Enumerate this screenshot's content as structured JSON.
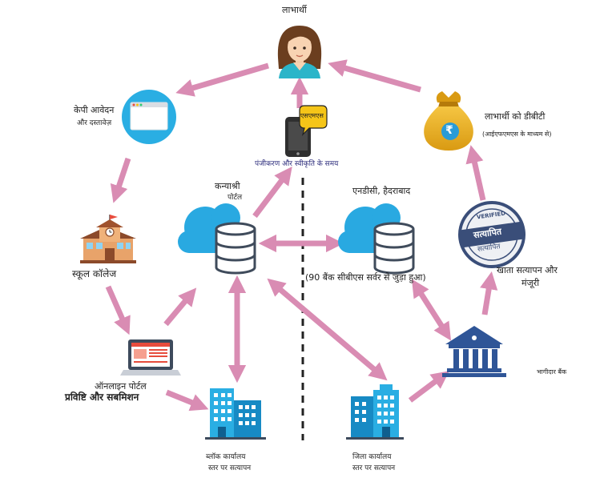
{
  "colors": {
    "arrow": "#d98cb3",
    "cloud": "#29a9e1",
    "db_fill": "#ffffff",
    "db_stroke": "#3f4b5b",
    "divider": "#222222"
  },
  "nodes": {
    "beneficiary": {
      "label": "लाभार्थी",
      "icon": "woman-avatar-icon"
    },
    "kp_application": {
      "label": "केपी आवेदन",
      "sublabel": "और दस्तावेज़",
      "icon": "browser-window-icon"
    },
    "school_college": {
      "label": "स्कूल कॉलेज",
      "icon": "school-building-icon"
    },
    "online_portal": {
      "label": "ऑनलाइन पोर्टल",
      "sublabel": "प्रविष्टि और सबमिशन",
      "icon": "laptop-icon"
    },
    "block_office": {
      "label": "ब्लॉक कार्यालय",
      "sublabel": "स्तर पर सत्यापन",
      "icon": "office-building-icon"
    },
    "district_office": {
      "label": "जिला कार्यालय",
      "sublabel": "स्तर पर सत्यापन",
      "icon": "office-building-icon"
    },
    "kanyashree_portal": {
      "label": "कन्याश्री",
      "sublabel": "पोर्टल",
      "icon": "cloud-database-icon"
    },
    "sms_notification": {
      "bubble": "एसएमएस",
      "label": "पंजीकरण और स्वीकृति के समय",
      "icon": "phone-sms-icon"
    },
    "ndc_hyderabad": {
      "label": "एनडीसी, हैदराबाद",
      "sublabel": "(90 बैंक सीबीएस सर्वर से जुड़ा हुआ)",
      "icon": "cloud-database-icon"
    },
    "account_verification": {
      "label": "खाता सत्यापन और",
      "sublabel": "मंजूरी",
      "stamp_top": "VERIFIED",
      "stamp_text": "सत्यापित",
      "stamp_bottom": "सत्यापित",
      "icon": "verified-stamp-icon"
    },
    "beneficiary_dbt": {
      "label": "लाभार्थी को डीबीटी",
      "sublabel": "(आईएफएमएस के माध्यम से)",
      "coin": "₹",
      "icon": "money-bag-icon"
    },
    "bank": {
      "label": "भागीदार बैंक",
      "icon": "bank-building-icon"
    }
  }
}
